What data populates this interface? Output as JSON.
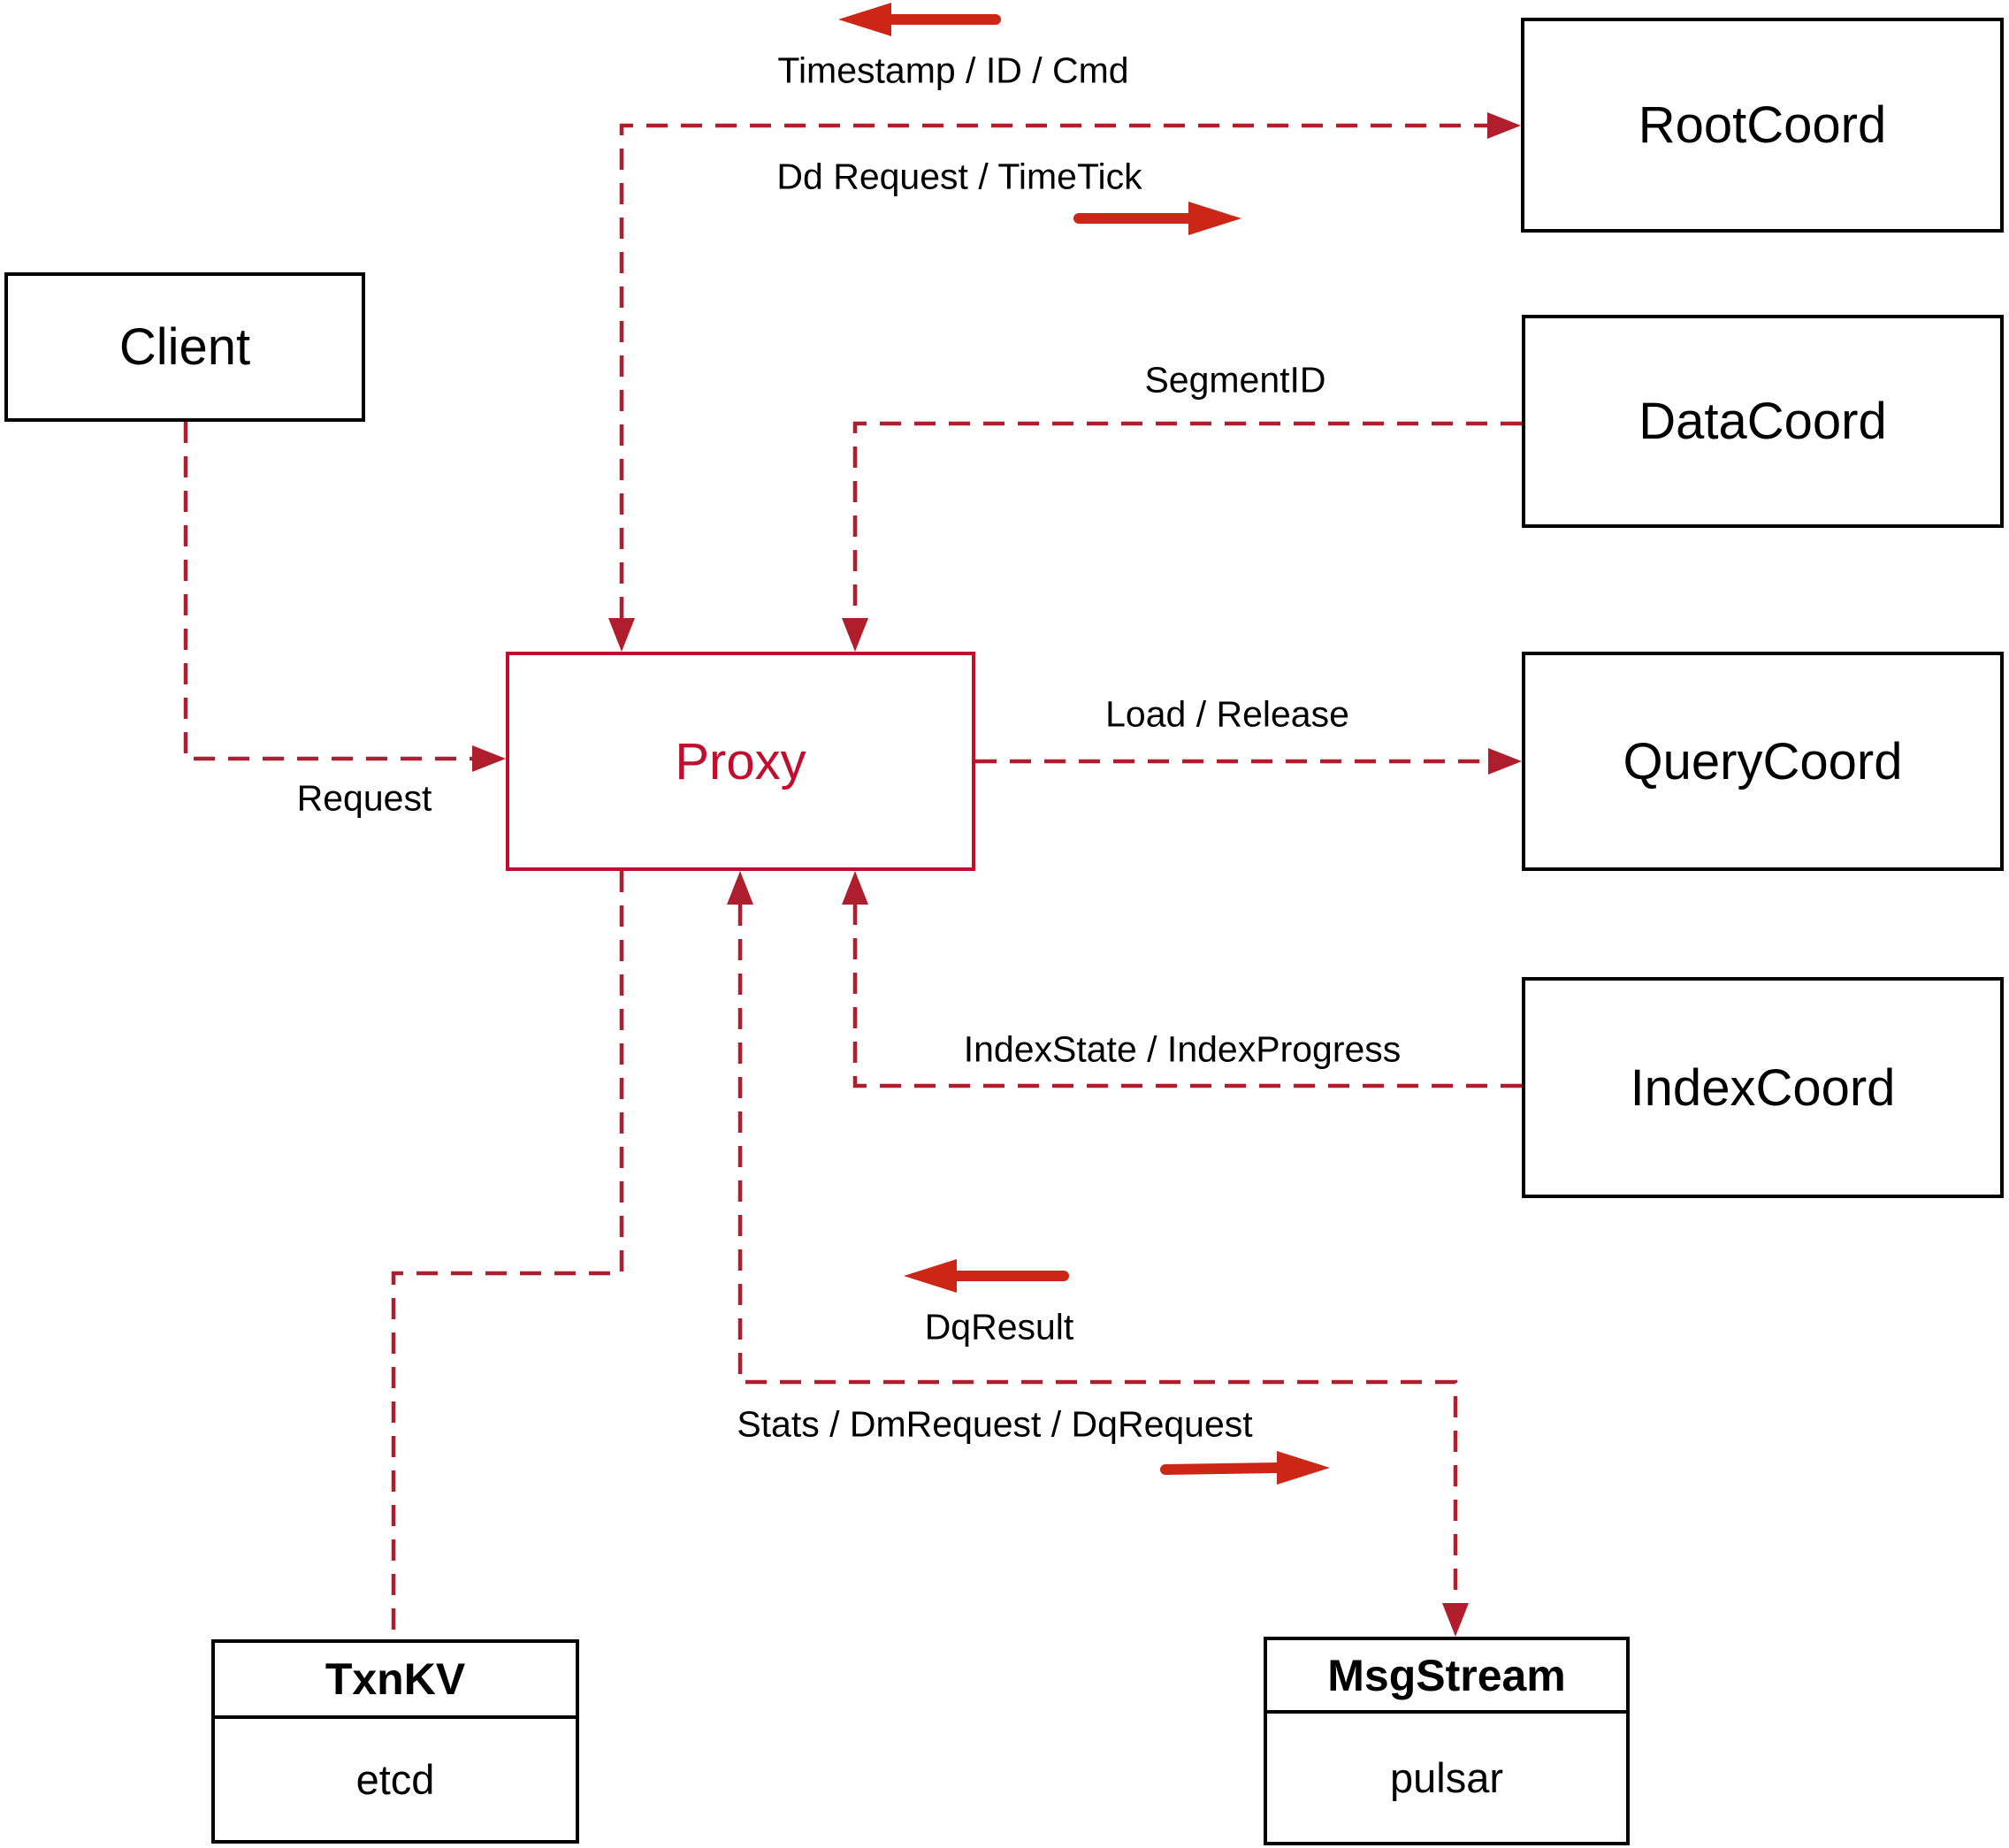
{
  "colors": {
    "connector_red": "#b01e2e",
    "arrow_red": "#cc2617",
    "proxy_red": "#c00e2f",
    "box_black": "#000000"
  },
  "nodes": {
    "client": {
      "label": "Client"
    },
    "proxy": {
      "label": "Proxy"
    },
    "rootcoord": {
      "label": "RootCoord"
    },
    "datacoord": {
      "label": "DataCoord"
    },
    "querycoord": {
      "label": "QueryCoord"
    },
    "indexcoord": {
      "label": "IndexCoord"
    },
    "txnkv": {
      "title": "TxnKV",
      "impl": "etcd"
    },
    "msgstream": {
      "title": "MsgStream",
      "impl": "pulsar"
    }
  },
  "edges": {
    "timestamp_id_cmd": {
      "label": "Timestamp / ID / Cmd"
    },
    "dd_request_timetick": {
      "label": "Dd Request / TimeTick"
    },
    "segment_id": {
      "label": "SegmentID"
    },
    "request": {
      "label": "Request"
    },
    "load_release": {
      "label": "Load / Release"
    },
    "index_state_progress": {
      "label": "IndexState / IndexProgress"
    },
    "dq_result": {
      "label": "DqResult"
    },
    "stats_dm_dq_request": {
      "label": "Stats / DmRequest / DqRequest"
    }
  }
}
